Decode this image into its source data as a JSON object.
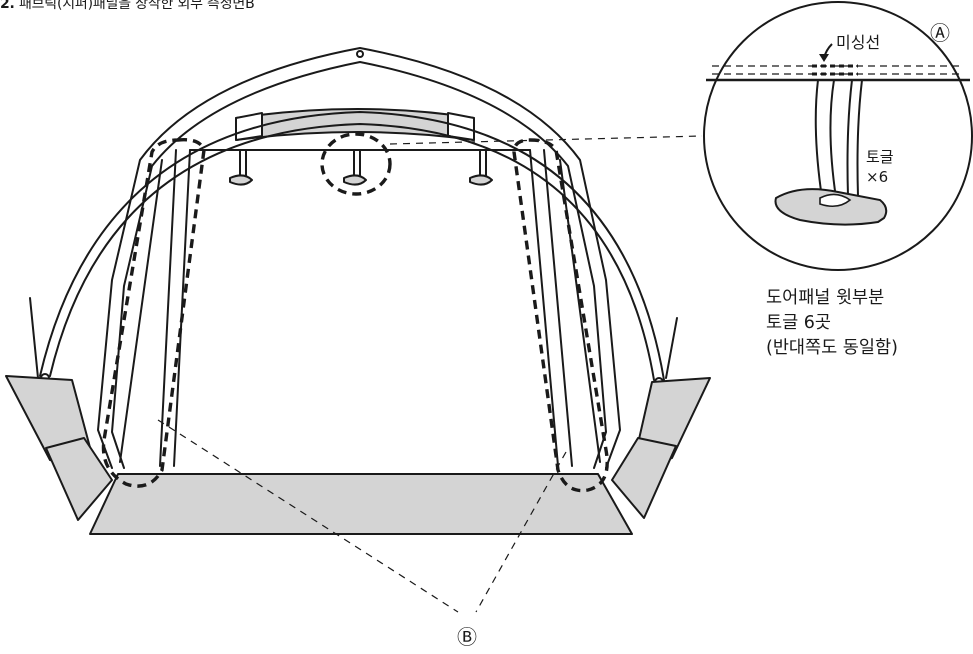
{
  "caption": {
    "marker": "2.",
    "text": "패브릭(지퍼)패널을 장착한 외부 측정면B"
  },
  "callouts": {
    "detail_label": "Ⓐ",
    "stitch_label": "미싱선",
    "toggle_name": "토글",
    "toggle_count": "×6",
    "marker_b": "Ⓑ"
  },
  "description": {
    "line1": "도어패널 윗부분",
    "line2": "토글 6곳",
    "line3": "(반대쪽도 동일함)"
  },
  "colors": {
    "line": "#1a1a1a",
    "fill_gray": "#d4d4d4",
    "background": "#ffffff"
  }
}
